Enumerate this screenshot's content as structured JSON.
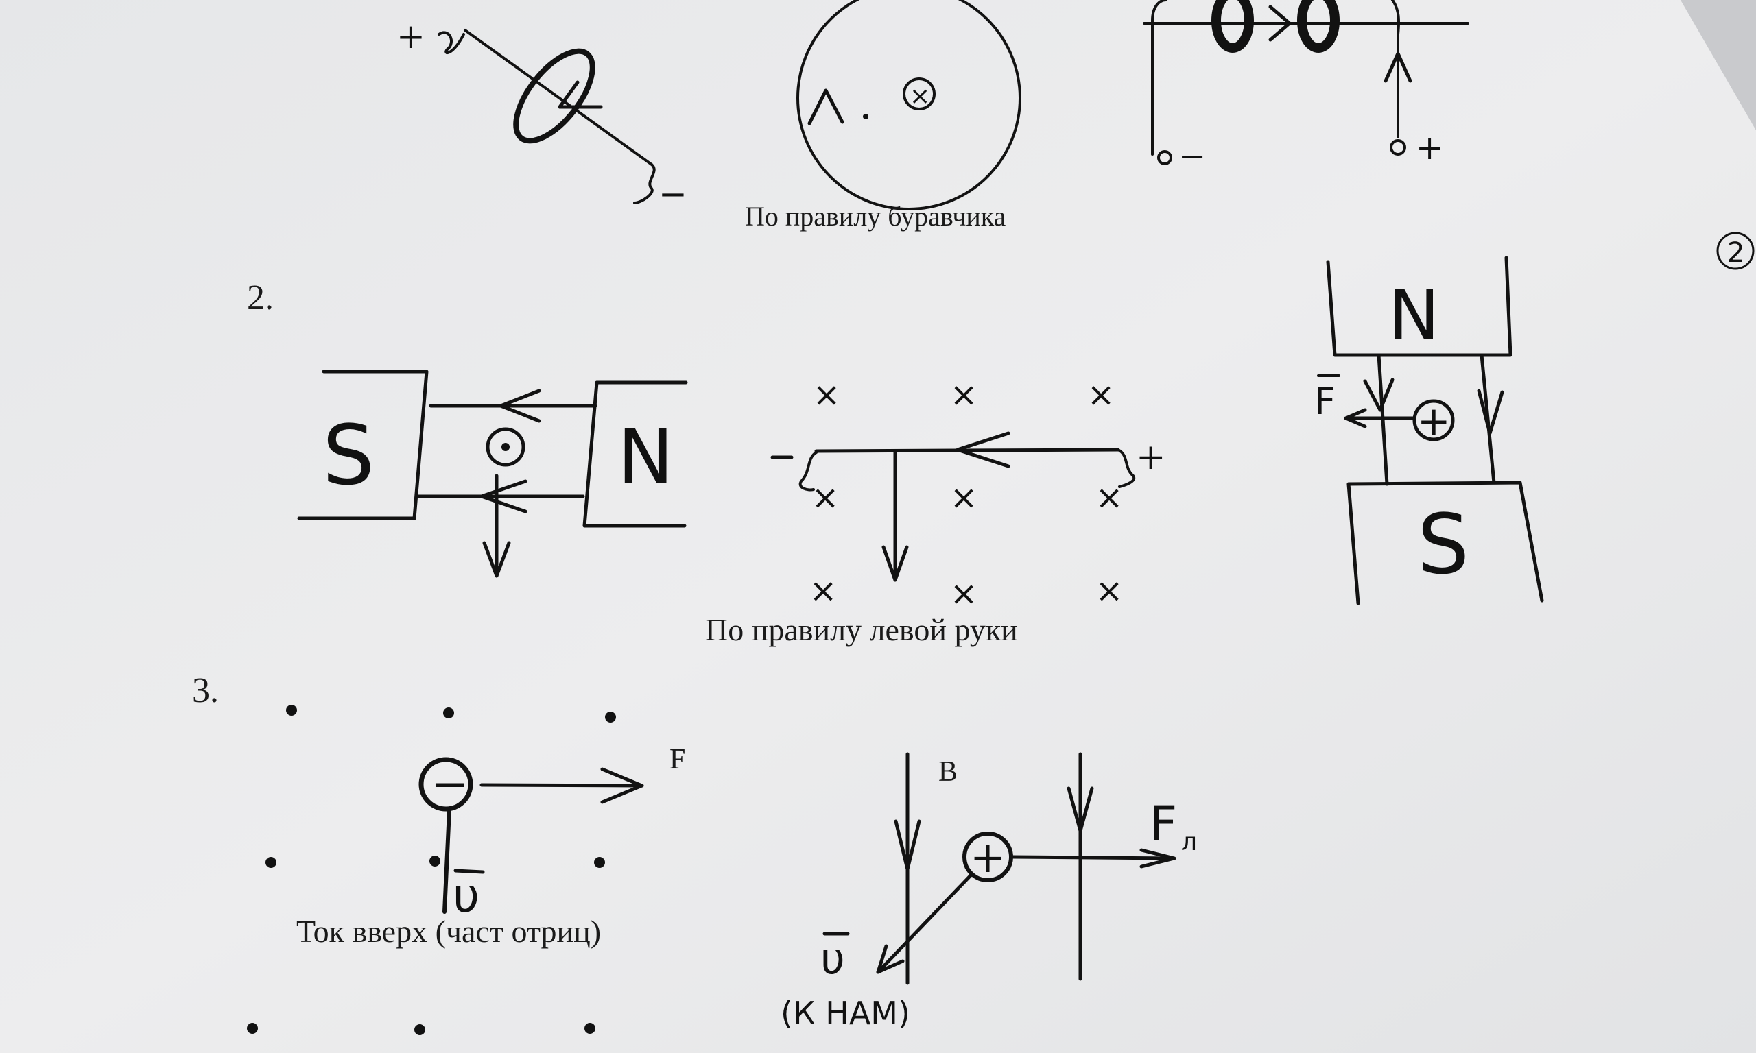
{
  "captions": {
    "gimlet_rule": "По правилу буравчика",
    "left_hand_rule": "По правилу левой руки",
    "current_up": "Ток вверх (част отриц)"
  },
  "section_numbers": {
    "two": "2.",
    "three": "3."
  },
  "printed_symbols": {
    "force": "F",
    "induction": "B"
  },
  "handwritten": {
    "plus": "+",
    "minus": "−",
    "north": "N",
    "south": "S",
    "force_vector": "F",
    "velocity_vector": "υ",
    "lorentz_force": "F",
    "lorentz_subscript": "л",
    "toward_us": "(К НАМ)",
    "cross": "×",
    "circled_plus": "+",
    "circled_minus": "−",
    "circled_page_number": "2"
  },
  "colors": {
    "paper": "#ececec",
    "ink": "#121212",
    "background": "#d9dadc"
  }
}
